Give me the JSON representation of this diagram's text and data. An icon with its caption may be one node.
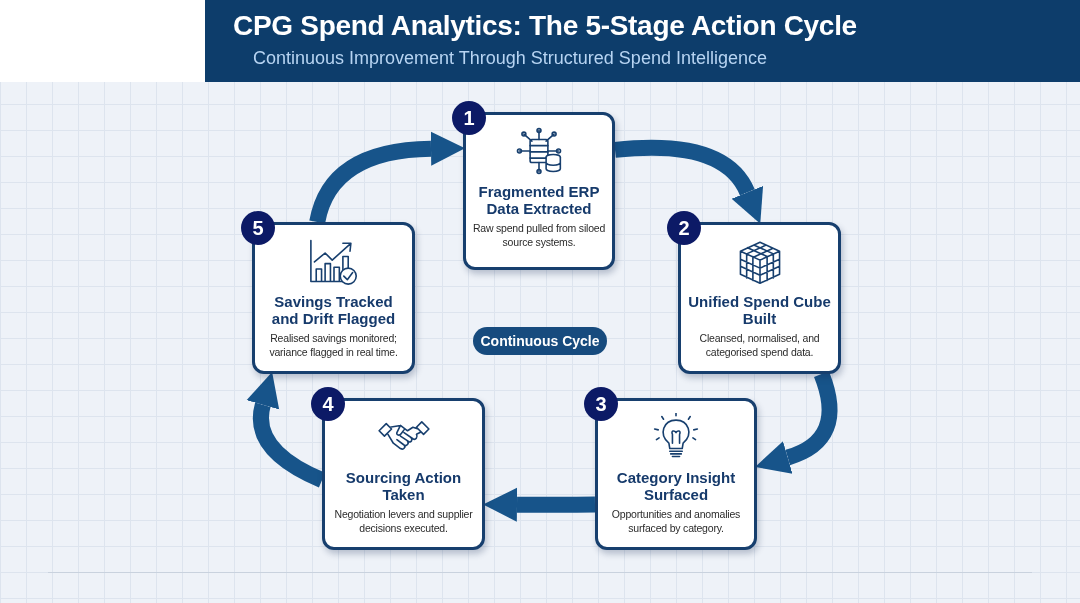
{
  "diagram": {
    "title": "CPG Spend Analytics: The 5-Stage Action Cycle",
    "nodes": [
      {
        "text": [
          "1",
          "Fragmented ERP Data Extracted",
          "Raw spend pulled from siloed source systems."
        ]
      },
      {
        "text": [
          "2",
          "Unified Spend Cube Built",
          "Cleansed, normalised, and categorised spend data."
        ]
      },
      {
        "text": [
          "3",
          "Category Insight Surfaced",
          "Opportunities and anomalies surfaced by category."
        ]
      },
      {
        "text": [
          "4",
          "Sourcing Action Taken",
          "Negotiation levers and supplier decisions executed."
        ]
      },
      {
        "text": [
          "5",
          "Savings Tracked and Drift Flagged",
          "Realised savings monitored; variance flagged in real time."
        ]
      },
      {
        "text": [
          "Continuous Cycle"
        ]
      }
    ],
    "edges": [
      {
        "from": 0,
        "to": 1,
        "arrow": "to"
      },
      {
        "from": 1,
        "to": 2,
        "arrow": "to"
      },
      {
        "from": 2,
        "to": 3,
        "arrow": "to"
      },
      {
        "from": 3,
        "to": 4,
        "arrow": "to"
      },
      {
        "from": 4,
        "to": 0,
        "arrow": "to"
      }
    ],
    "labels": [
      "Continuous Improvement Through Structured Spend Intelligence"
    ]
  }
}
